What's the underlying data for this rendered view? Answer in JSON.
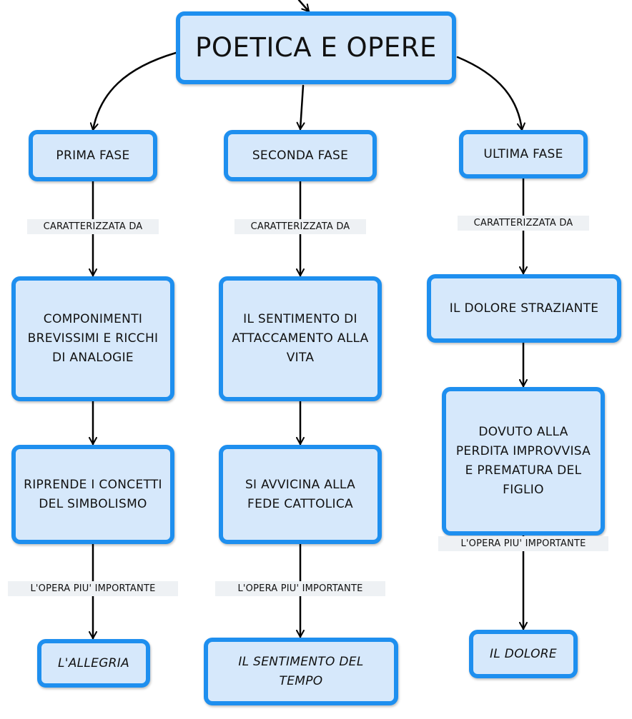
{
  "root": {
    "label": "POETICA E OPERE"
  },
  "phases": [
    {
      "title": "PRIMA FASE",
      "link1": "CARATTERIZZATA DA",
      "feature": "COMPONIMENTI BREVISSIMI E RICCHI DI ANALOGIE",
      "detail": "RIPRENDE I CONCETTI DEL SIMBOLISMO",
      "link2": "L'OPERA PIU' IMPORTANTE",
      "work": "L'ALLEGRIA"
    },
    {
      "title": "SECONDA FASE",
      "link1": "CARATTERIZZATA DA",
      "feature": "IL SENTIMENTO DI ATTACCAMENTO ALLA VITA",
      "detail": "SI AVVICINA ALLA FEDE CATTOLICA",
      "link2": "L'OPERA PIU' IMPORTANTE",
      "work": "IL SENTIMENTO DEL TEMPO"
    },
    {
      "title": "ULTIMA FASE",
      "link1": "CARATTERIZZATA DA",
      "feature": "IL DOLORE STRAZIANTE",
      "detail": "DOVUTO ALLA PERDITA IMPROVVISA E PREMATURA DEL FIGLIO",
      "link2": "L'OPERA PIU' IMPORTANTE",
      "work": "IL DOLORE"
    }
  ],
  "colors": {
    "node_fill": "#d6e8fb",
    "node_border": "#1e8fef",
    "connector": "#000000",
    "label_fill": "#eef1f4"
  }
}
